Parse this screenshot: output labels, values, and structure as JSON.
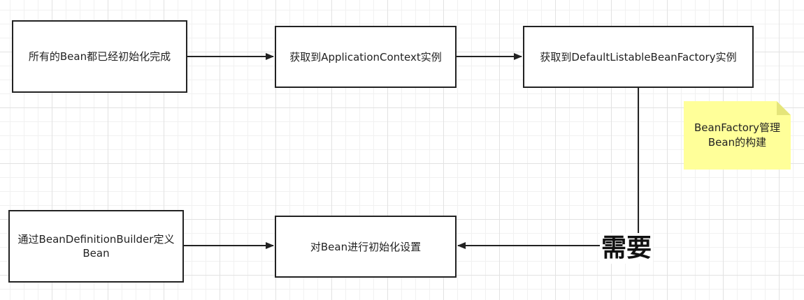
{
  "nodes": {
    "n1": "所有的Bean都已经初始化完成",
    "n2": "获取到ApplicationContext实例",
    "n3": "获取到DefaultListableBeanFactory实例",
    "n4": "通过BeanDefinitionBuilder定义Bean",
    "n5": "对Bean进行初始化设置"
  },
  "note": {
    "text": "BeanFactory管理\nBean的构建",
    "color": "#ffff99"
  },
  "edges": {
    "need_label": "需要"
  }
}
